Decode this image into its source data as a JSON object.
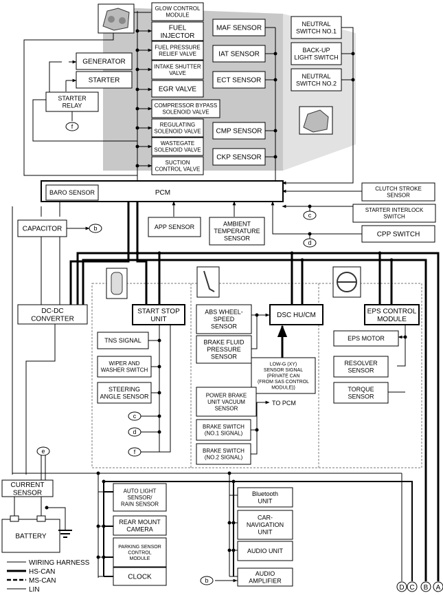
{
  "components": {
    "glow_control": [
      "GLOW CONTROL",
      "MODULE"
    ],
    "fuel_injector": [
      "FUEL",
      "INJECTOR"
    ],
    "fuel_pressure": [
      "FUEL PRESSURE",
      "RELIEF VALVE"
    ],
    "intake_shutter": [
      "INTAKE SHUTTER",
      "VALVE"
    ],
    "egr_valve": [
      "EGR VALVE"
    ],
    "compressor_bypass": [
      "COMPRESSOR BYPASS",
      "SOLENOID VALVE"
    ],
    "regulating": [
      "REGULATING",
      "SOLENOID VALVE"
    ],
    "wastegate": [
      "WASTEGATE",
      "SOLENOID VALVE"
    ],
    "suction": [
      "SUCTION",
      "CONTROL VALVE"
    ],
    "maf": [
      "MAF SENSOR"
    ],
    "iat": [
      "IAT SENSOR"
    ],
    "ect": [
      "ECT SENSOR"
    ],
    "cmp": [
      "CMP SENSOR"
    ],
    "ckp": [
      "CKP SENSOR"
    ],
    "neutral1": [
      "NEUTRAL",
      "SWITCH NO.1"
    ],
    "backup": [
      "BACK-UP",
      "LIGHT SWITCH"
    ],
    "neutral2": [
      "NEUTRAL",
      "SWITCH NO.2"
    ],
    "generator": [
      "GENERATOR"
    ],
    "starter": [
      "STARTER"
    ],
    "starter_relay": [
      "STARTER",
      "RELAY"
    ],
    "pcm": [
      "PCM"
    ],
    "baro": [
      "BARO SENSOR"
    ],
    "clutch_stroke": [
      "CLUTCH STROKE",
      "SENSOR"
    ],
    "starter_interlock": [
      "STARTER INTERLOCK",
      "SWITCH"
    ],
    "cpp": [
      "CPP SWITCH"
    ],
    "capacitor": [
      "CAPACITOR"
    ],
    "app": [
      "APP SENSOR"
    ],
    "ambient": [
      "AMBIENT",
      "TEMPERATURE",
      "SENSOR"
    ],
    "dcdc": [
      "DC-DC",
      "CONVERTER"
    ],
    "start_stop": [
      "START STOP",
      "UNIT"
    ],
    "tns": [
      "TNS SIGNAL"
    ],
    "wiper": [
      "WIPER AND",
      "WASHER SWITCH"
    ],
    "steering_angle": [
      "STEERING",
      "ANGLE SENSOR"
    ],
    "abs_wheel": [
      "ABS WHEEL-",
      "SPEED",
      "SENSOR"
    ],
    "brake_fluid": [
      "BRAKE FLUID",
      "PRESSURE",
      "SENSOR"
    ],
    "dsc": [
      "DSC HU/CM"
    ],
    "lowg": [
      "LOW-G (XY)",
      "SENSOR SIGNAL",
      "(PRIVATE CAN",
      "(FROM SAS CONTROL",
      "MODULE))"
    ],
    "power_brake": [
      "POWER BRAKE",
      "UNIT VACUUM",
      "SENSOR"
    ],
    "to_pcm": [
      "TO PCM"
    ],
    "brake_sw1": [
      "BRAKE SWITCH",
      "(NO.1 SIGNAL)"
    ],
    "brake_sw2": [
      "BRAKE SWITCH",
      "(NO.2 SIGNAL)"
    ],
    "eps_control": [
      "EPS CONTROL",
      "MODULE"
    ],
    "eps_motor": [
      "EPS MOTOR"
    ],
    "resolver": [
      "RESOLVER",
      "SENSOR"
    ],
    "torque": [
      "TORQUE",
      "SENSOR"
    ],
    "current_sensor": [
      "CURRENT",
      "SENSOR"
    ],
    "battery": [
      "BATTERY"
    ],
    "auto_light": [
      "AUTO LIGHT",
      "SENSOR/",
      "RAIN SENSOR"
    ],
    "rear_camera": [
      "REAR MOUNT",
      "CAMERA"
    ],
    "parking": [
      "PARKING SENSOR",
      "CONTROL",
      "MODULE"
    ],
    "clock": [
      "CLOCK"
    ],
    "bluetooth": [
      "Bluetooth",
      "UNIT"
    ],
    "navigation": [
      "CAR-",
      "NAVIGATION",
      "UNIT"
    ],
    "audio_unit": [
      "AUDIO UNIT"
    ],
    "audio_amp": [
      "AUDIO",
      "AMPLIFIER"
    ]
  },
  "connectors": {
    "f_top": "f",
    "b_cap": "b",
    "c_pcm": "c",
    "d_pcm": "d",
    "c_ss": "c",
    "d_ss": "d",
    "f_ss": "f",
    "e_cur": "e",
    "b_amp": "b"
  },
  "bus_ends": [
    "D",
    "C",
    "B",
    "A"
  ],
  "legend": [
    "WIRING HARNESS",
    "HS-CAN",
    "MS-CAN",
    "LIN"
  ]
}
